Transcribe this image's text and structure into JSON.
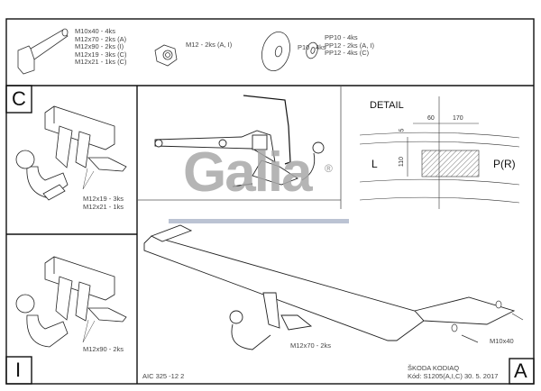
{
  "parts": {
    "bolts": [
      "M10x40 - 4ks",
      "M12x70 - 2ks (A)",
      "M12x90 - 2ks (I)",
      "M12x19 - 3ks (C)",
      "M12x21 - 1ks (C)"
    ],
    "nut": "M12 - 2ks (A, I)",
    "washer_large": "P10 - 4ks",
    "washers_small": [
      "PP10 - 4ks",
      "PP12 - 2ks (A, I)",
      "PP12 - 4ks (C)"
    ]
  },
  "panel_c": {
    "letter": "C",
    "labels": [
      "M12x19 - 3ks",
      "M12x21 - 1ks"
    ]
  },
  "panel_i": {
    "letter": "I",
    "labels": [
      "M12x90 - 2ks"
    ]
  },
  "detail": {
    "title": "DETAIL",
    "left": "L",
    "right": "P(R)",
    "dims": {
      "a": "60",
      "b": "170",
      "c": "5",
      "d": "110"
    }
  },
  "logo": {
    "text": "Galia",
    "mark": "®"
  },
  "panel_a": {
    "letter": "A",
    "label_bolt": "M12x70 - 2ks",
    "label_m10": "M10x40"
  },
  "footer": {
    "code": "AIC 325 -12 2",
    "model": "ŠKODA KODIAQ",
    "kod": "Kód: S1205(A,I,C)  30. 5. 2017"
  }
}
